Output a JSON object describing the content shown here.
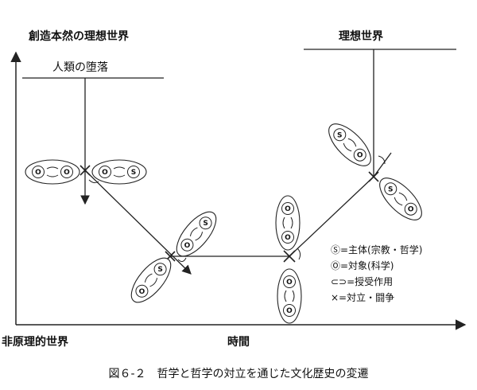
{
  "labels": {
    "creation_world": "創造本然の理想世界",
    "ideal_world": "理想世界",
    "fall": "人類の堕落",
    "non_principle_world": "非原理的世界",
    "time_axis": "時間"
  },
  "legend": {
    "subject": "Ⓢ=主体(宗教・哲学)",
    "object": "Ⓞ=対象(科学)",
    "give_receive": "⊂⊃=授受作用",
    "conflict": "×=対立・闘争"
  },
  "node_letters": {
    "subject": "S",
    "object": "O"
  },
  "caption": "図６-２　哲学と哲学の対立を通じた文化歴史の変遷"
}
